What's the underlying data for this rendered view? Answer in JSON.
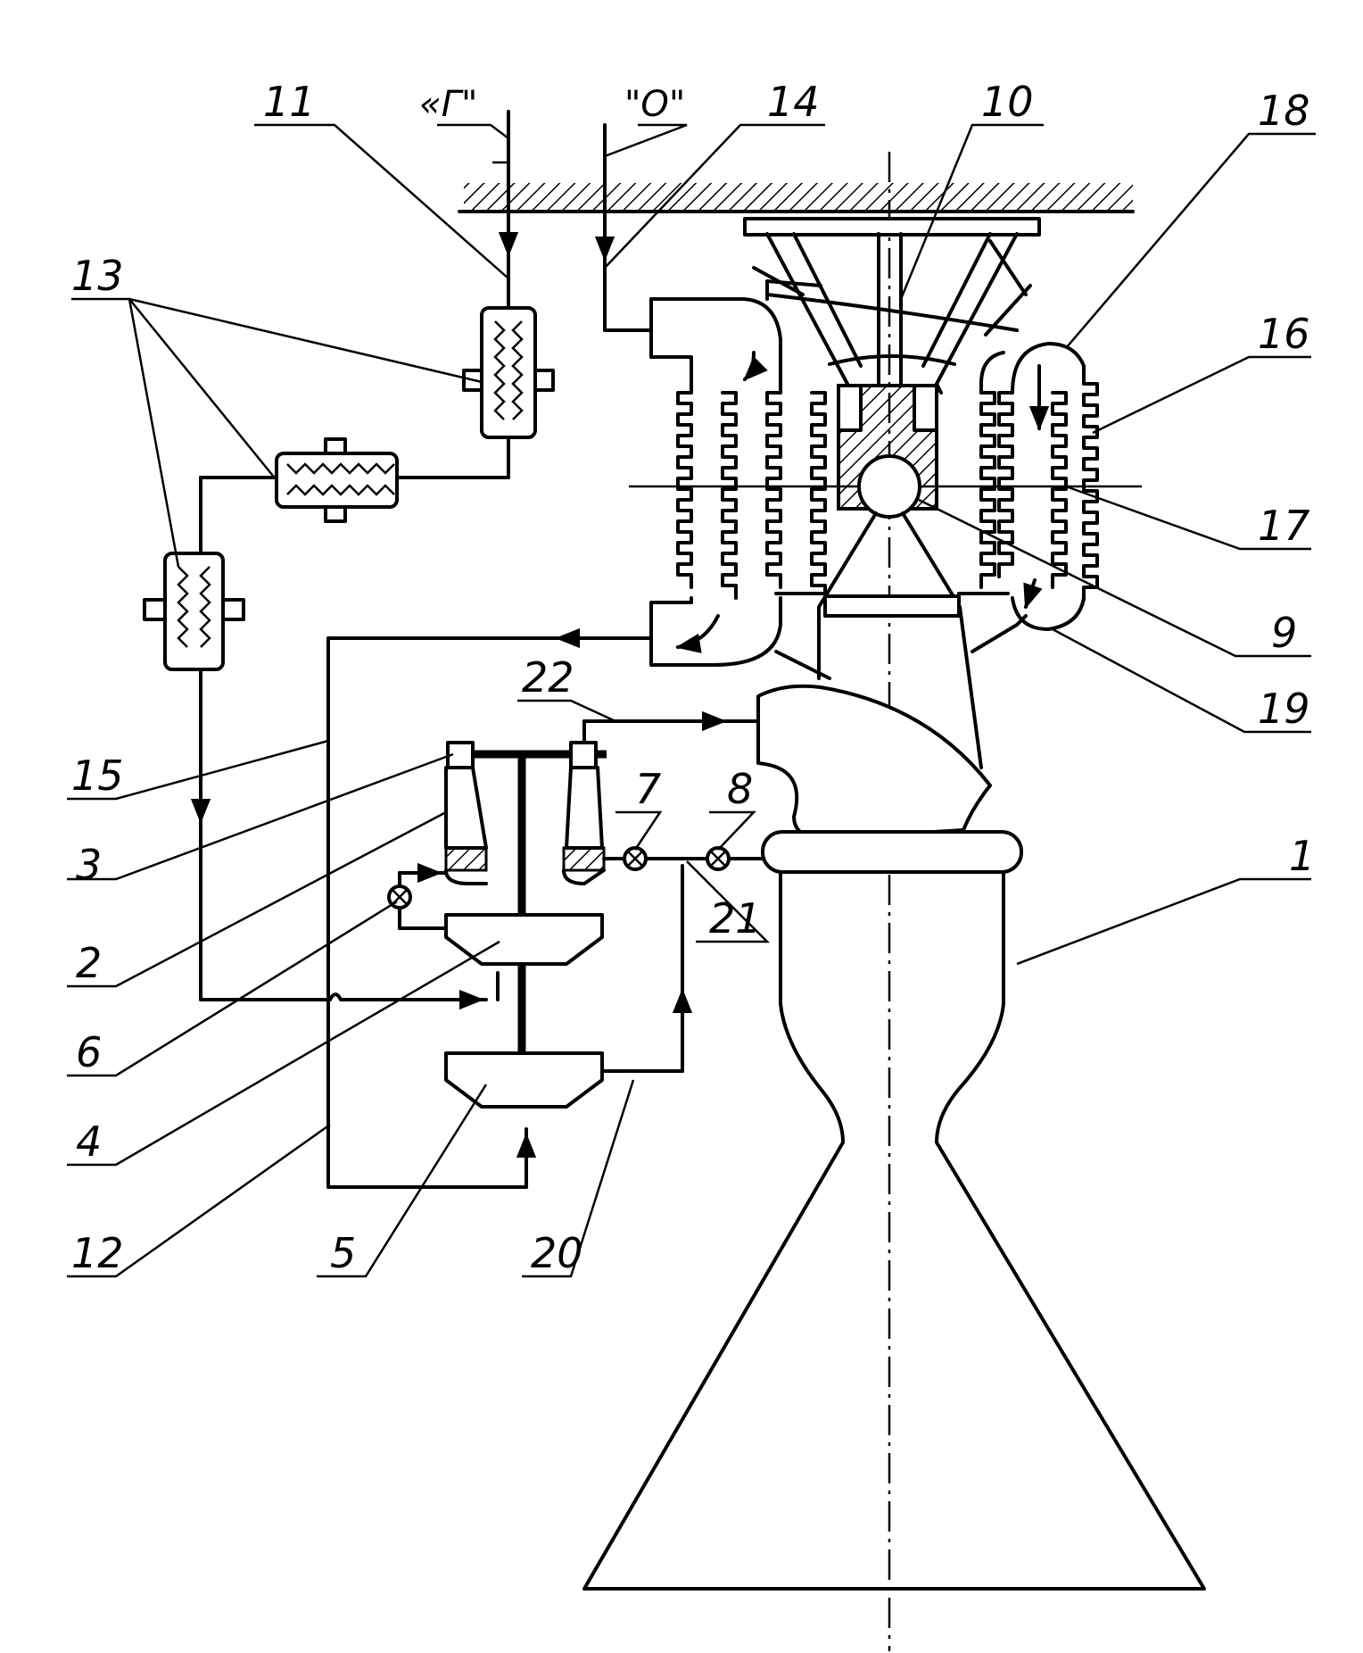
{
  "inputs": {
    "fuel": "«Г\"",
    "oxidizer": "\"О\""
  },
  "labels": {
    "n1": "1",
    "n2": "2",
    "n3": "3",
    "n4": "4",
    "n5": "5",
    "n6": "6",
    "n7": "7",
    "n8": "8",
    "n9": "9",
    "n10": "10",
    "n11": "11",
    "n12": "12",
    "n13": "13",
    "n14": "14",
    "n15": "15",
    "n16": "16",
    "n17": "17",
    "n18": "18",
    "n19": "19",
    "n20": "20",
    "n21": "21",
    "n22": "22"
  }
}
